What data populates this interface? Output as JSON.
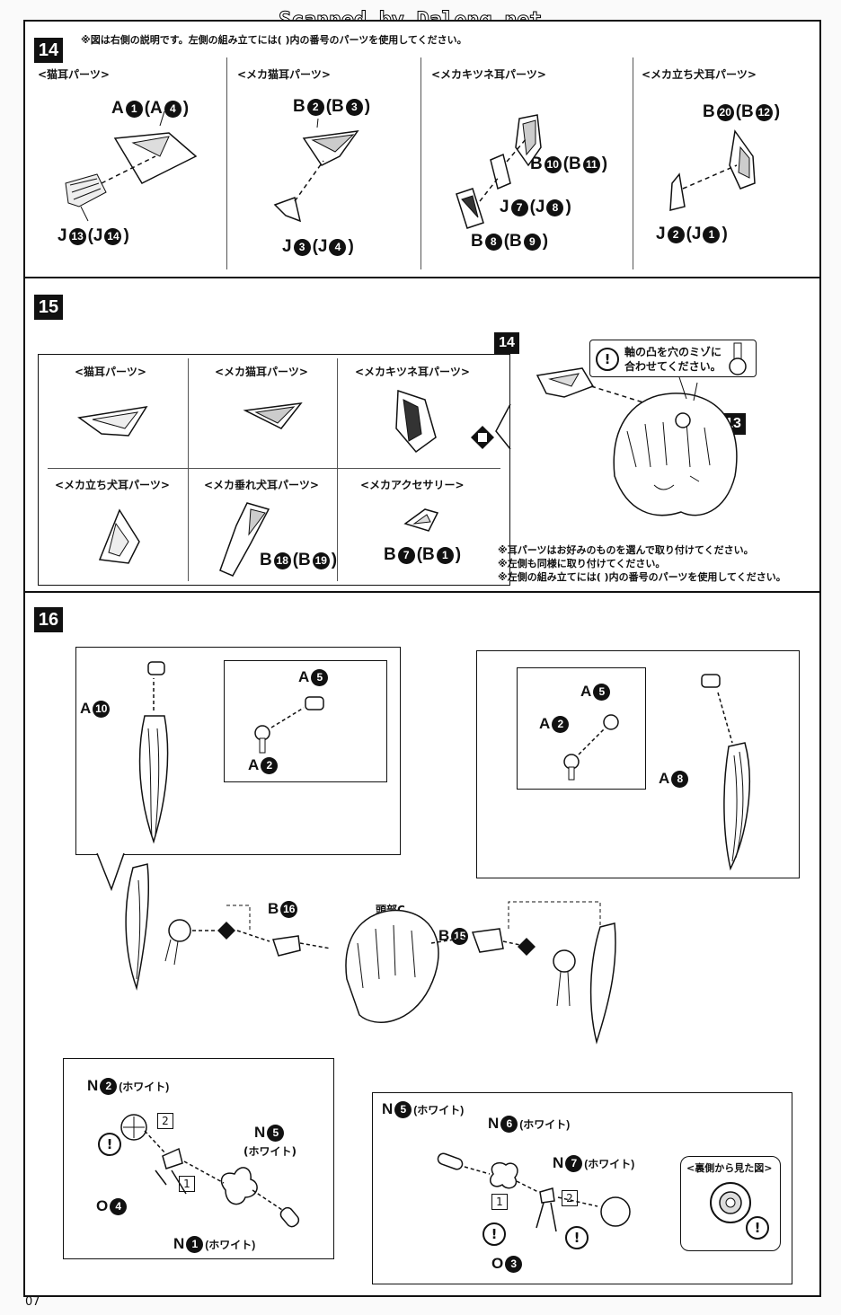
{
  "watermark": "Scanned by Dalong.net",
  "page_number": "07",
  "step14": {
    "number": "14",
    "note": "※図は右側の説明です。左側の組み立てには(  )内の番号のパーツを使用してください。",
    "columns": [
      {
        "label": "<猫耳パーツ>",
        "parts": [
          "A",
          "1",
          "(A",
          "4",
          ")"
        ],
        "bottom": [
          "J",
          "13",
          "(J",
          "14",
          ")"
        ]
      },
      {
        "label": "<メカ猫耳パーツ>",
        "parts": [
          "B",
          "2",
          "(B",
          "3",
          ")"
        ],
        "bottom": [
          "J",
          "3",
          "(J",
          "4",
          ")"
        ]
      },
      {
        "label": "<メカキツネ耳パーツ>",
        "parts": [
          "B",
          "10",
          "(B",
          "11",
          ")"
        ],
        "middle": [
          "J",
          "7",
          "(J",
          "8",
          ")"
        ],
        "bottom": [
          "B",
          "8",
          "(B",
          "9",
          ")"
        ]
      },
      {
        "label": "<メカ立ち犬耳パーツ>",
        "parts": [
          "B",
          "20",
          "(B",
          "12",
          ")"
        ],
        "bottom": [
          "J",
          "2",
          "(J",
          "1",
          ")"
        ]
      }
    ]
  },
  "step15": {
    "number": "15",
    "parts_grid": [
      {
        "label": "<猫耳パーツ>"
      },
      {
        "label": "<メカ猫耳パーツ>"
      },
      {
        "label": "<メカキツネ耳パーツ>"
      },
      {
        "label": "<メカ立ち犬耳パーツ>"
      },
      {
        "label": "<メカ垂れ犬耳パーツ>",
        "part": [
          "B",
          "18",
          "(B",
          "19",
          ")"
        ]
      },
      {
        "label": "<メカアクセサリー>",
        "part": [
          "B",
          "7",
          "(B",
          "1",
          ")"
        ]
      }
    ],
    "ref14": "14",
    "ref13": "13",
    "callout_line1": "軸の凸を穴のミゾに",
    "callout_line2": "合わせてください。",
    "notes": [
      "※耳パーツはお好みのものを選んで取り付けてください。",
      "※左側も同様に取り付けてください。",
      "※左側の組み立てには(  )内の番号のパーツを使用してください。"
    ]
  },
  "step16": {
    "number": "16",
    "left_zoom": {
      "a10": [
        "A",
        "10"
      ],
      "a5": [
        "A",
        "5"
      ],
      "a2": [
        "A",
        "2"
      ]
    },
    "right_zoom": {
      "a5": [
        "A",
        "5"
      ],
      "a2": [
        "A",
        "2"
      ],
      "a8": [
        "A",
        "8"
      ]
    },
    "b16": [
      "B",
      "16"
    ],
    "b15": [
      "B",
      "15"
    ],
    "head_label": "頭部C",
    "left_detail": {
      "n2": [
        "N",
        "2",
        "(ホワイト)"
      ],
      "n5": [
        "N",
        "5"
      ],
      "n5_color": "(ホワイト)",
      "o4": [
        "O",
        "4"
      ],
      "n1": [
        "N",
        "1",
        "(ホワイト)"
      ],
      "steps": [
        "2",
        "1"
      ]
    },
    "right_detail": {
      "n5": [
        "N",
        "5",
        "(ホワイト)"
      ],
      "n6": [
        "N",
        "6",
        "(ホワイト)"
      ],
      "n7": [
        "N",
        "7",
        "(ホワイト)"
      ],
      "o3": [
        "O",
        "3"
      ],
      "steps": [
        "1",
        "2"
      ],
      "back_view": "<裏側から見た図>"
    }
  }
}
